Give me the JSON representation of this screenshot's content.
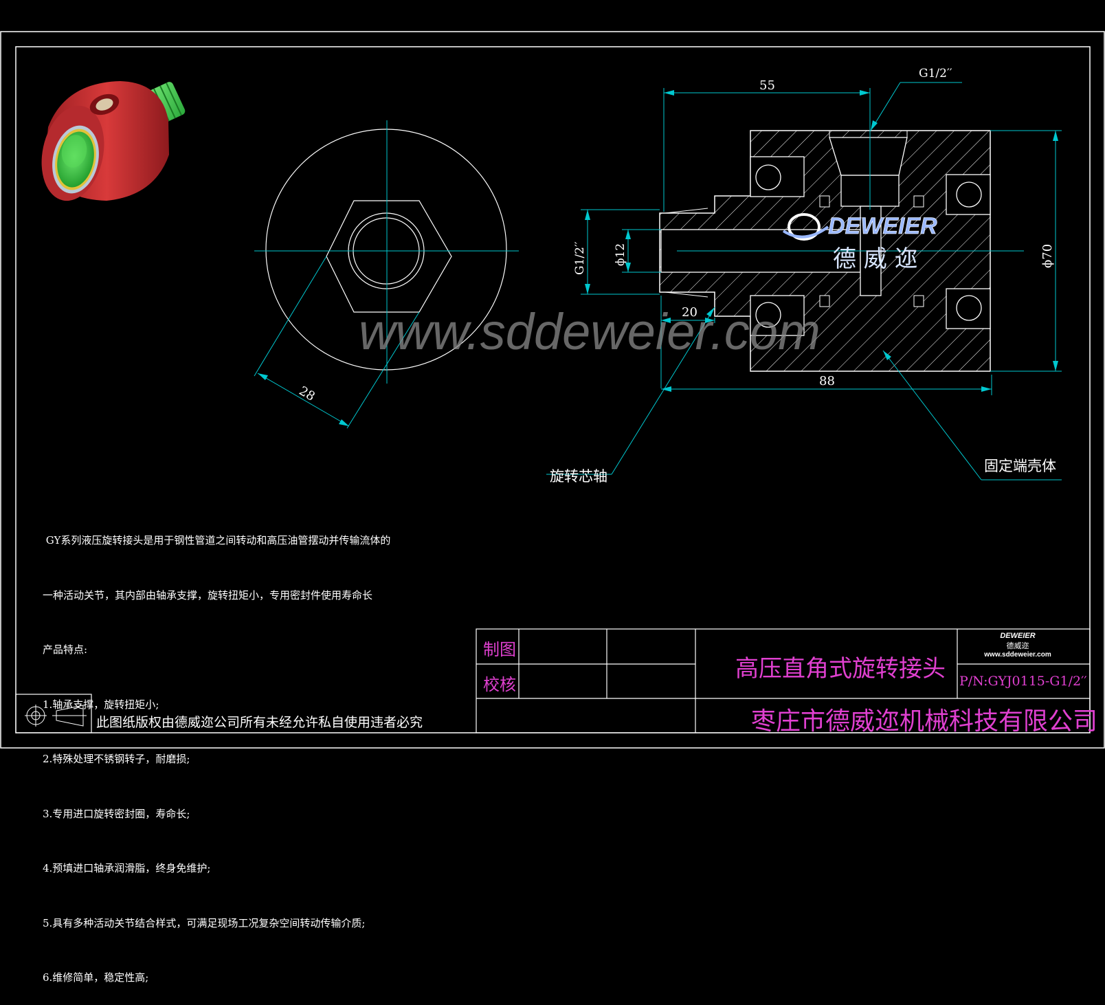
{
  "dimensions": {
    "d55": "55",
    "g_top": "G1/2′′",
    "g_left": "G1/2′′",
    "phi12": "ϕ12",
    "d20": "20",
    "d88": "88",
    "phi70": "ϕ70",
    "d28": "28"
  },
  "callouts": {
    "rotating_shaft": "旋转芯轴",
    "fixed_housing": "固定端壳体"
  },
  "watermark": {
    "brand": "DEWEIER",
    "brand_cn": "德 威 迩",
    "url": "www.sddeweier.com"
  },
  "description": [
    " GY系列液压旋转接头是用于钢性管道之间转动和高压油管摆动并传输流体的",
    "一种活动关节，其内部由轴承支撑，旋转扭矩小，专用密封件使用寿命长",
    "产品特点:",
    "1.轴承支撑，旋转扭矩小;",
    "2.特殊处理不锈钢转子，耐磨损;",
    "3.专用进口旋转密封圈，寿命长;",
    "4.预填进口轴承润滑脂，终身免维护;",
    "5.具有多种活动关节结合样式，可满足现场工况复杂空间转动传输介质;",
    "6.维修简单，稳定性高;"
  ],
  "copyright": "此图纸版权由德威迩公司所有未经允许私自使用违者必究",
  "title_block": {
    "drawn_label": "制图",
    "checked_label": "校核",
    "product_name": "高压直角式旋转接头",
    "logo_brand": "DEWEIER",
    "logo_cn": "德威迩",
    "logo_url": "www.sddeweier.com",
    "part_number": "P/N:GYJ0115-G1/2′′",
    "company": "枣庄市德威迩机械科技有限公司"
  },
  "colors": {
    "line": "#ffffff",
    "dim": "#00c8d0",
    "title_text": "#e040d0",
    "watermark": "#8a8a8a",
    "housing_red": "#c0262b",
    "fitting_green": "#3fc63f"
  }
}
